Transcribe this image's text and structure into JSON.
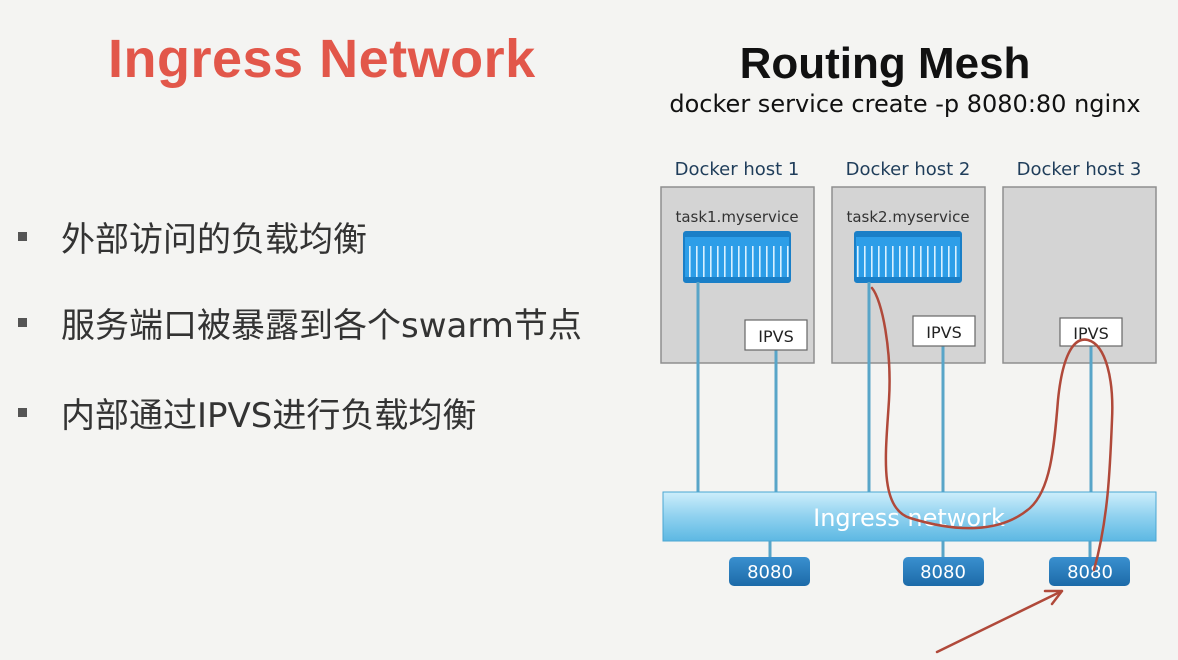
{
  "slide": {
    "title": "Ingress Network",
    "bullets": [
      "外部访问的负载均衡",
      "服务端口被暴露到各个swarm节点",
      "内部通过IPVS进行负载均衡"
    ]
  },
  "diagram": {
    "title": "Routing Mesh",
    "command": "docker service create -p 8080:80 nginx",
    "hosts": [
      {
        "label": "Docker host 1",
        "task": "task1.myservice",
        "ipvs": "IPVS"
      },
      {
        "label": "Docker host 2",
        "task": "task2.myservice",
        "ipvs": "IPVS"
      },
      {
        "label": "Docker host 3",
        "task": "",
        "ipvs": "IPVS"
      }
    ],
    "network_label": "Ingress network",
    "ports": [
      "8080",
      "8080",
      "8080"
    ],
    "colors": {
      "title": "#e2574a",
      "host_fill": "#d4d4d4",
      "container": "#2d9ee8",
      "line": "#58a5c8",
      "network": "#9fd6ee",
      "port": "#1f77b4",
      "route": "#b0493a"
    }
  }
}
